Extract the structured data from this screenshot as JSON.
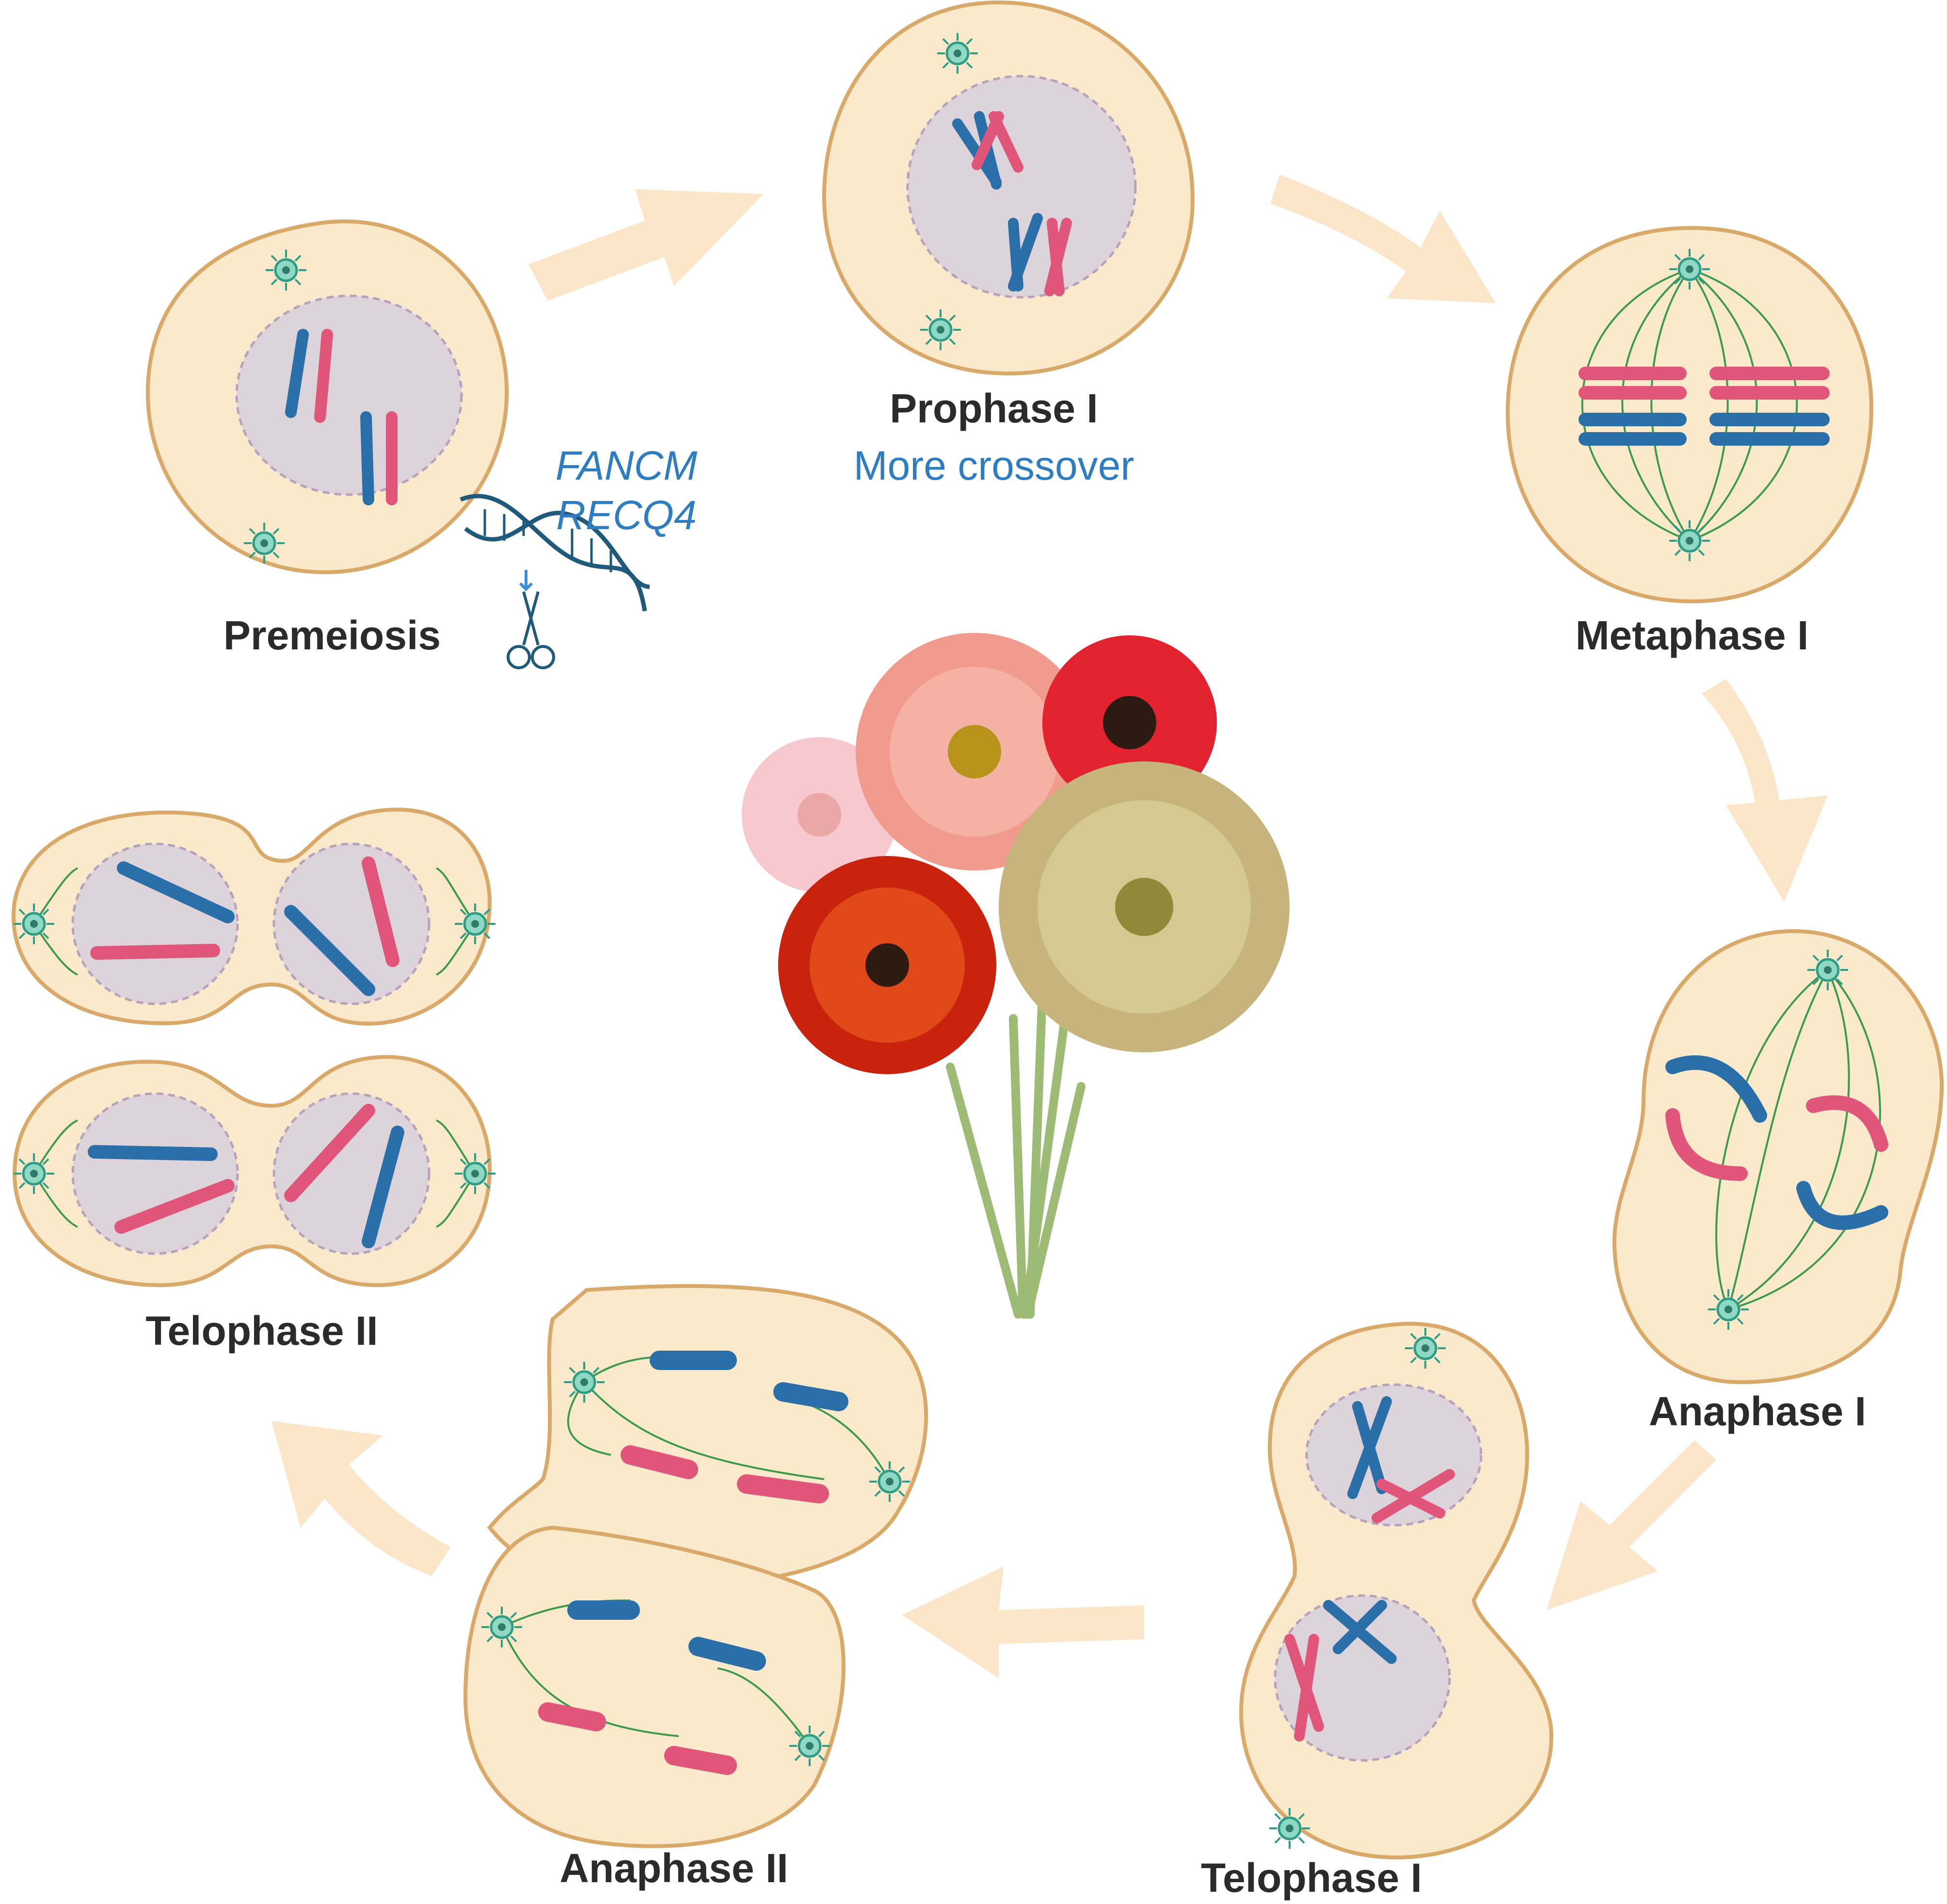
{
  "stages": {
    "premeiosis": "Premeiosis",
    "prophase1": "Prophase I",
    "metaphase1": "Metaphase I",
    "anaphase1": "Anaphase I",
    "telophase1": "Telophase I",
    "anaphase2": "Anaphase II",
    "telophase2": "Telophase II"
  },
  "annotations": {
    "prophase_note": "More crossover",
    "gene1": "FANCM",
    "gene2": "RECQ4"
  },
  "colors": {
    "cell_fill": "#fbe9cc",
    "cell_stroke": "#d9a96a",
    "nucleus_fill": "#ddd3da",
    "chromosome_blue": "#2a6fa8",
    "chromosome_pink": "#e0557a",
    "spindle": "#3d9a4c",
    "arrow": "#fbe6c9",
    "gene_text": "#2f7dc1"
  },
  "icons": [
    "dna-icon",
    "scissors-icon",
    "centrosome-icon",
    "flower-bouquet-icon"
  ]
}
